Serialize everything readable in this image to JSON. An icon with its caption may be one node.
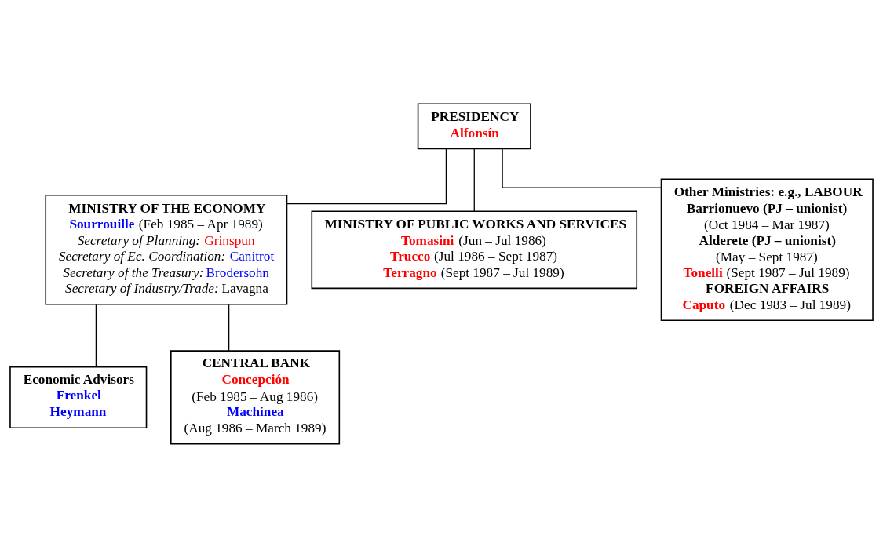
{
  "diagram": {
    "nodes": [
      {
        "text": [
          "PRESIDENCY",
          "Alfonsín"
        ]
      },
      {
        "text": [
          "MINISTRY OF THE ECONOMY",
          "Sourrouille (Feb 1985 – Apr 1989)",
          "Secretary of Planning: Grinspun",
          "Secretary of Ec. Coordination: Canitrot",
          "Secretary of the Treasury: Brodersohn",
          "Secretary of Industry/Trade: Lavagna"
        ]
      },
      {
        "text": [
          "MINISTRY OF PUBLIC WORKS AND SERVICES",
          "Tomasini (Jun – Jul 1986)",
          "Trucco (Jul 1986 – Sept 1987)",
          "Terragno (Sept 1987 – Jul 1989)"
        ]
      },
      {
        "text": [
          "Other Ministries: e.g., LABOUR",
          "Barrionuevo (PJ – unionist)",
          "(Oct 1984 – Mar 1987)",
          "Alderete (PJ – unionist)",
          "(May – Sept 1987)",
          "Tonelli (Sept 1987 – Jul 1989)",
          "FOREIGN AFFAIRS",
          "Caputo (Dec 1983 – Jul 1989)"
        ]
      },
      {
        "text": [
          "Economic Advisors",
          "Frenkel",
          "Heymann"
        ]
      },
      {
        "text": [
          "CENTRAL BANK",
          "Concepción",
          "(Feb 1985 – Aug 1986)",
          "Machinea",
          "(Aug 1986 – March 1989)"
        ]
      }
    ],
    "edges": [
      {
        "from": 0,
        "to": 1,
        "arrow": "none"
      },
      {
        "from": 0,
        "to": 2,
        "arrow": "none"
      },
      {
        "from": 0,
        "to": 3,
        "arrow": "none"
      },
      {
        "from": 1,
        "to": 5,
        "arrow": "none"
      },
      {
        "from": 1,
        "to": 4,
        "arrow": "none"
      }
    ]
  }
}
